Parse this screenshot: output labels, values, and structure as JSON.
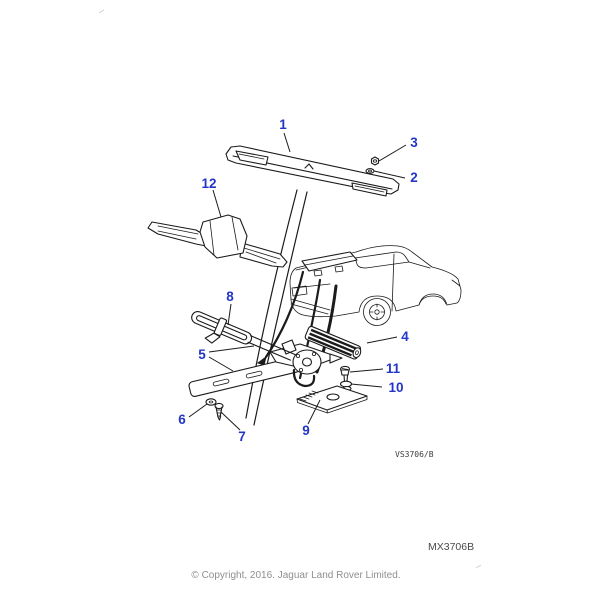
{
  "page": {
    "background": "#ffffff",
    "drawing_code": "VS3706/B",
    "figure_code": "MX3706B",
    "copyright": "© Copyright, 2016. Jaguar Land Rover Limited."
  },
  "colors": {
    "callout": "#2436C8",
    "line": "#1b1b1b",
    "drawing_code_text": "#3c3c3c",
    "figure_code_text": "#4a4a4a",
    "copyright_text": "#8f8f8f"
  },
  "callouts": [
    {
      "number": "1"
    },
    {
      "number": "2"
    },
    {
      "number": "3"
    },
    {
      "number": "4"
    },
    {
      "number": "5"
    },
    {
      "number": "6"
    },
    {
      "number": "7"
    },
    {
      "number": "8"
    },
    {
      "number": "9"
    },
    {
      "number": "10"
    },
    {
      "number": "11"
    },
    {
      "number": "12"
    }
  ]
}
